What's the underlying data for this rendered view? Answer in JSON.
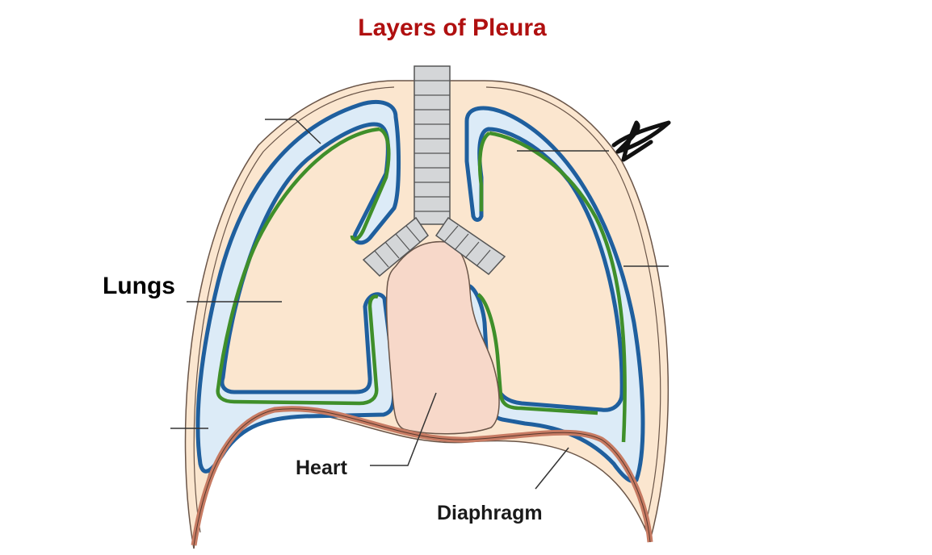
{
  "title": "Layers of Pleura",
  "labels": {
    "lungs": "Lungs",
    "heart": "Heart",
    "diaphragm": "Diaphragm"
  },
  "colors": {
    "title": "#b01010",
    "thoracic_wall": "#fbe6cf",
    "parietal_pleura": "#1f5f9e",
    "visceral_pleura": "#3f8f2a",
    "lung_fill": "#dcebf7",
    "heart_fill": "#f7d8c9",
    "diaphragm": "#c77b63",
    "trachea": "#d4d6d8"
  }
}
